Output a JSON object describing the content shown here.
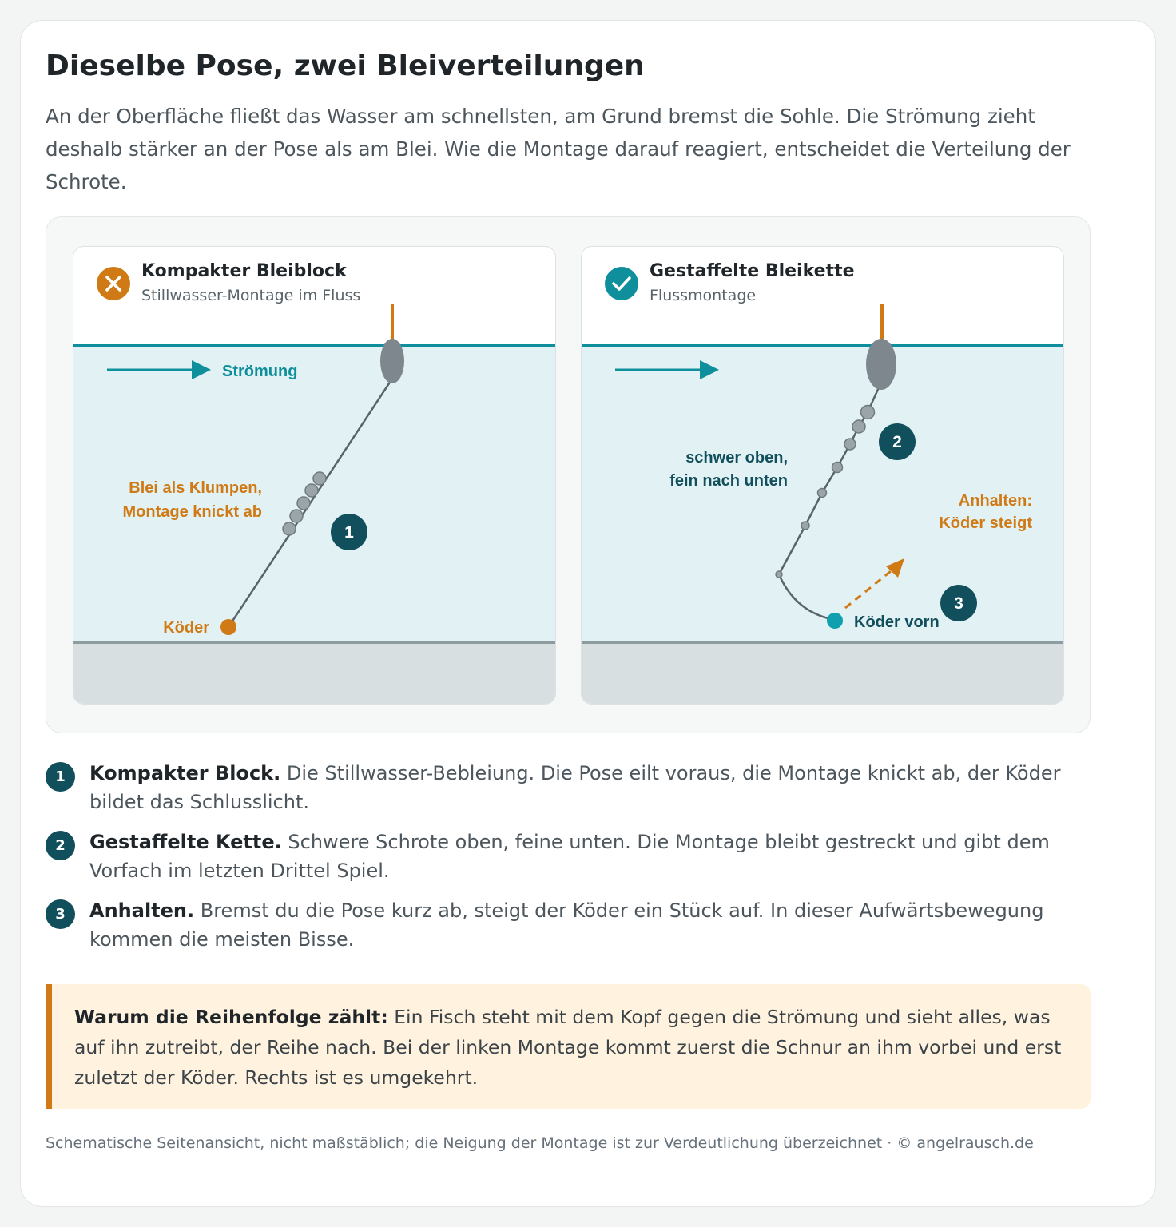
{
  "title": "Dieselbe Pose, zwei Bleiverteilungen",
  "intro": "An der Oberfläche fließt das Wasser am schnellsten, am Grund bremst die Sohle. Die Strömung zieht deshalb stärker an der Pose als am Blei. Wie die Montage darauf reagiert, entscheidet die Verteilung der Schrote.",
  "panels": {
    "left": {
      "title": "Kompakter Bleiblock",
      "subtitle": "Stillwasser-Montage im Fluss",
      "current_label": "Strömung",
      "lead_label_line1": "Blei als Klumpen,",
      "lead_label_line2": "Montage knickt ab",
      "bait_label": "Köder",
      "marker": "1"
    },
    "right": {
      "title": "Gestaffelte Bleikette",
      "subtitle": "Flussmontage",
      "chain_label_line1": "schwer oben,",
      "chain_label_line2": "fein nach unten",
      "stop_label_line1": "Anhalten:",
      "stop_label_line2": "Köder steigt",
      "bait_label": "Köder vorn",
      "marker_chain": "2",
      "marker_stop": "3"
    }
  },
  "notes": [
    {
      "num": "1",
      "bold": "Kompakter Block.",
      "text": " Die Stillwasser-Bebleiung. Die Pose eilt voraus, die Montage knickt ab, der Köder bildet das Schlusslicht."
    },
    {
      "num": "2",
      "bold": "Gestaffelte Kette.",
      "text": " Schwere Schrote oben, feine unten. Die Montage bleibt gestreckt und gibt dem Vorfach im letzten Drittel Spiel."
    },
    {
      "num": "3",
      "bold": "Anhalten.",
      "text": " Bremst du die Pose kurz ab, steigt der Köder ein Stück auf. In dieser Aufwärtsbewegung kommen die meisten Bisse."
    }
  ],
  "callout": {
    "bold": "Warum die Reihenfolge zählt:",
    "text": " Ein Fisch steht mit dem Kopf gegen die Strömung und sieht alles, was auf ihn zutreibt, der Reihe nach. Bei der linken Montage kommt zuerst die Schnur an ihm vorbei und erst zuletzt der Köder. Rechts ist es umgekehrt."
  },
  "footer": "Schematische Seitenansicht, nicht maßstäblich; die Neigung der Montage ist zur Verdeutlichung überzeichnet · © angelrausch.de",
  "colors": {
    "teal": "#0f8f9c",
    "dark_teal": "#114f5c",
    "orange": "#d07a16",
    "water": "#e2f1f3",
    "bed": "#d8dfe0",
    "float": "#7d878d",
    "shot": "#9aa4a9"
  }
}
